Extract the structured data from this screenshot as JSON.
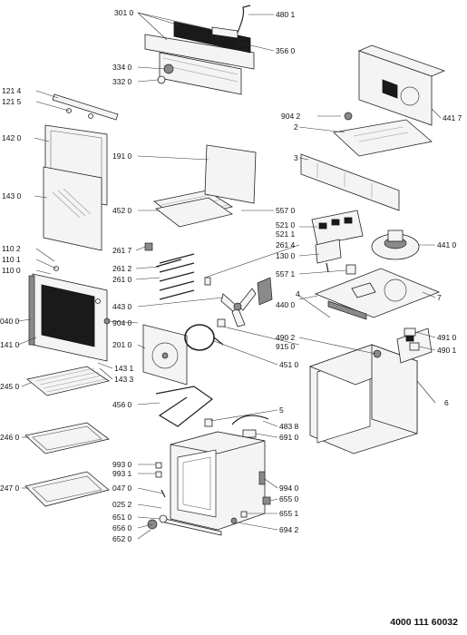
{
  "callouts": [
    {
      "id": "c3010",
      "text": "301 0"
    },
    {
      "id": "c4801",
      "text": "480 1"
    },
    {
      "id": "c3560",
      "text": "356 0"
    },
    {
      "id": "c3340",
      "text": "334 0"
    },
    {
      "id": "c3320",
      "text": "332 0"
    },
    {
      "id": "c1214",
      "text": "121 4"
    },
    {
      "id": "c1215",
      "text": "121 5"
    },
    {
      "id": "c1420",
      "text": "142 0"
    },
    {
      "id": "c1430",
      "text": "143 0"
    },
    {
      "id": "c1910",
      "text": "191 0"
    },
    {
      "id": "c4520",
      "text": "452 0"
    },
    {
      "id": "c5570",
      "text": "557 0"
    },
    {
      "id": "c9042a",
      "text": "904 2"
    },
    {
      "id": "c2",
      "text": "2"
    },
    {
      "id": "c3",
      "text": "3"
    },
    {
      "id": "c4417",
      "text": "441 7"
    },
    {
      "id": "c5210",
      "text": "521 0"
    },
    {
      "id": "c5211",
      "text": "521 1"
    },
    {
      "id": "c2614",
      "text": "261 4"
    },
    {
      "id": "c1300",
      "text": "130 0"
    },
    {
      "id": "c4410",
      "text": "441 0"
    },
    {
      "id": "c5571",
      "text": "557 1"
    },
    {
      "id": "c4",
      "text": "4"
    },
    {
      "id": "c7",
      "text": "7"
    },
    {
      "id": "c4400",
      "text": "440 0"
    },
    {
      "id": "c1102",
      "text": "110 2"
    },
    {
      "id": "c1101",
      "text": "110 1"
    },
    {
      "id": "c1100",
      "text": "110 0"
    },
    {
      "id": "c2617",
      "text": "261 7"
    },
    {
      "id": "c2612",
      "text": "261 2"
    },
    {
      "id": "c2610",
      "text": "261 0"
    },
    {
      "id": "c4430",
      "text": "443 0"
    },
    {
      "id": "c0400",
      "text": "040 0"
    },
    {
      "id": "c9040",
      "text": "904 0"
    },
    {
      "id": "c1410",
      "text": "141 0"
    },
    {
      "id": "c2010",
      "text": "201 0"
    },
    {
      "id": "c4902",
      "text": "490 2"
    },
    {
      "id": "c9150",
      "text": "915 0"
    },
    {
      "id": "c4910",
      "text": "491 0"
    },
    {
      "id": "c4901",
      "text": "490 1"
    },
    {
      "id": "c4510",
      "text": "451 0"
    },
    {
      "id": "c1431",
      "text": "143 1"
    },
    {
      "id": "c1433",
      "text": "143 3"
    },
    {
      "id": "c2450",
      "text": "245 0"
    },
    {
      "id": "c4560",
      "text": "456 0"
    },
    {
      "id": "c5",
      "text": "5"
    },
    {
      "id": "c6",
      "text": "6"
    },
    {
      "id": "c4838",
      "text": "483 8"
    },
    {
      "id": "c6910",
      "text": "691 0"
    },
    {
      "id": "c2460",
      "text": "246 0"
    },
    {
      "id": "c9930",
      "text": "993 0"
    },
    {
      "id": "c9931",
      "text": "993 1"
    },
    {
      "id": "c0470",
      "text": "047 0"
    },
    {
      "id": "c9940",
      "text": "994 0"
    },
    {
      "id": "c2470",
      "text": "247 0"
    },
    {
      "id": "c0252",
      "text": "025 2"
    },
    {
      "id": "c6550",
      "text": "655 0"
    },
    {
      "id": "c6551",
      "text": "655 1"
    },
    {
      "id": "c6510",
      "text": "651 0"
    },
    {
      "id": "c6560",
      "text": "656 0"
    },
    {
      "id": "c6942",
      "text": "694 2"
    },
    {
      "id": "c6520",
      "text": "652 0"
    }
  ],
  "document_number": "4000 111 60032"
}
